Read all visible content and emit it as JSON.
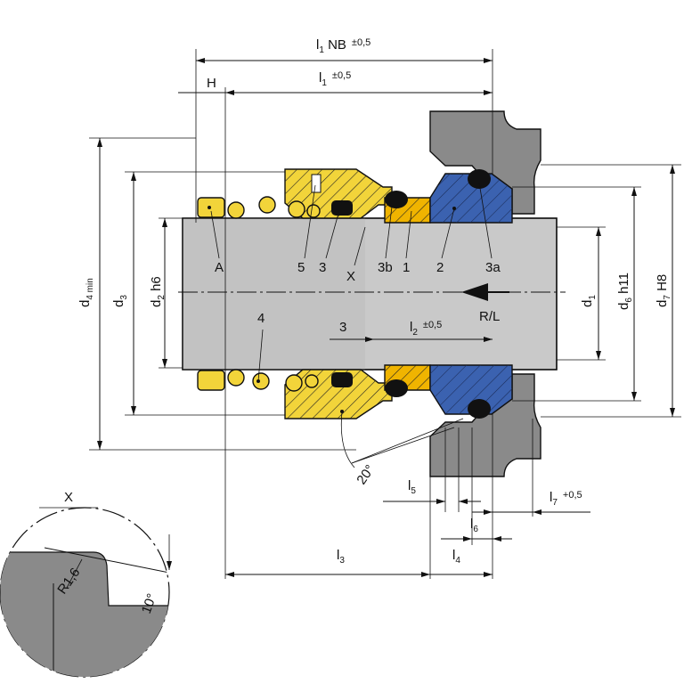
{
  "colors": {
    "housing": "#8a8a8a",
    "shaft": "#c9c9c9",
    "yellow_parts": "#f2d43a",
    "orange_ring": "#f0b400",
    "blue_seat": "#3b62b0",
    "oring": "#111111",
    "hatch": "#222222"
  },
  "dimensions": {
    "l1_nb": {
      "main": "l",
      "sub": "1",
      "rest": " NB",
      "tol": "±0,5"
    },
    "h": "H",
    "l1": {
      "main": "l",
      "sub": "1",
      "tol": "±0,5"
    },
    "l2": {
      "main": "l",
      "sub": "2",
      "tol": "±0,5"
    },
    "l3": {
      "main": "l",
      "sub": "3"
    },
    "l4": {
      "main": "l",
      "sub": "4"
    },
    "l5": {
      "main": "l",
      "sub": "5"
    },
    "l6": {
      "main": "l",
      "sub": "6"
    },
    "l7": {
      "main": "l",
      "sub": "7",
      "tol": "+0,5"
    },
    "d1": {
      "main": "d",
      "sub": "1"
    },
    "d2": {
      "main": "d",
      "sub": "2",
      "rest": " h6"
    },
    "d3": {
      "main": "d",
      "sub": "3"
    },
    "d4": {
      "main": "d",
      "sub": "4 min"
    },
    "d6": {
      "main": "d",
      "sub": "6",
      "rest": " h11"
    },
    "d7": {
      "main": "d",
      "sub": "7",
      "rest": " H8"
    }
  },
  "part_labels": {
    "a": "A",
    "p5": "5",
    "p3": "3",
    "x": "X",
    "p3b": "3b",
    "p1": "1",
    "p2": "2",
    "p3a": "3a",
    "p4": "4",
    "p3_lower": "3",
    "rl": "R/L"
  },
  "angles": {
    "a20": "20°",
    "a10": "10°"
  },
  "detail": {
    "title": "X",
    "radius": "R1,6"
  }
}
